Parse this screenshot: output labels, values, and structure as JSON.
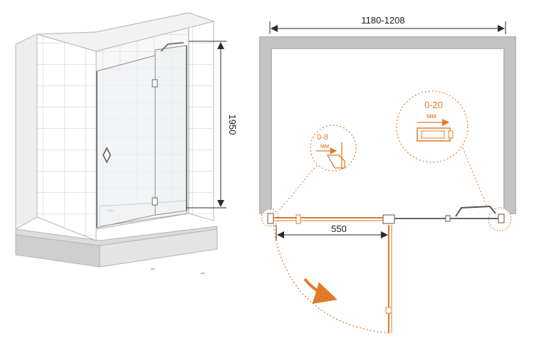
{
  "dimensions": {
    "width_range": "1180-1208",
    "height": "1950",
    "door_width": "550",
    "wall_adjust_right": "0-20",
    "wall_adjust_left": "0-8",
    "unit": "мм"
  },
  "colors": {
    "wall_outline": "#b9b9b9",
    "wall_fill": "#ffffff",
    "accent": "#e07b2a",
    "tile_line": "#c9c9c9",
    "metal": "#7a7a7a",
    "dimension_line": "#2b2b2b"
  },
  "icons": {
    "rotation_arrow": "rotation-arrow-icon",
    "handle": "door-handle-icon",
    "hinge": "hinge-icon"
  }
}
